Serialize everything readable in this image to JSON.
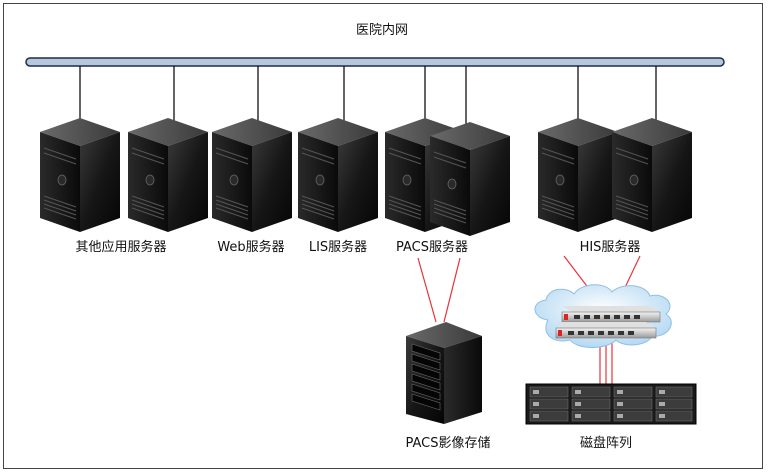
{
  "network_title": "医院内网",
  "labels": {
    "other_servers": "其他应用服务器",
    "web_server": "Web服务器",
    "lis_server": "LIS服务器",
    "pacs_server": "PACS服务器",
    "his_server": "HIS服务器",
    "pacs_storage": "PACS影像存储",
    "disk_array": "磁盘阵列"
  },
  "colors": {
    "bus_fill": "#b7c8de",
    "bus_stroke": "#1e2b4a",
    "san_link": "#e8333a",
    "cloud": "#cfe6f7"
  },
  "icons": {
    "server": "tower-server-icon",
    "storage": "rack-storage-icon",
    "switch": "fc-switch-icon",
    "cloud": "cloud-icon",
    "array": "disk-array-icon"
  }
}
